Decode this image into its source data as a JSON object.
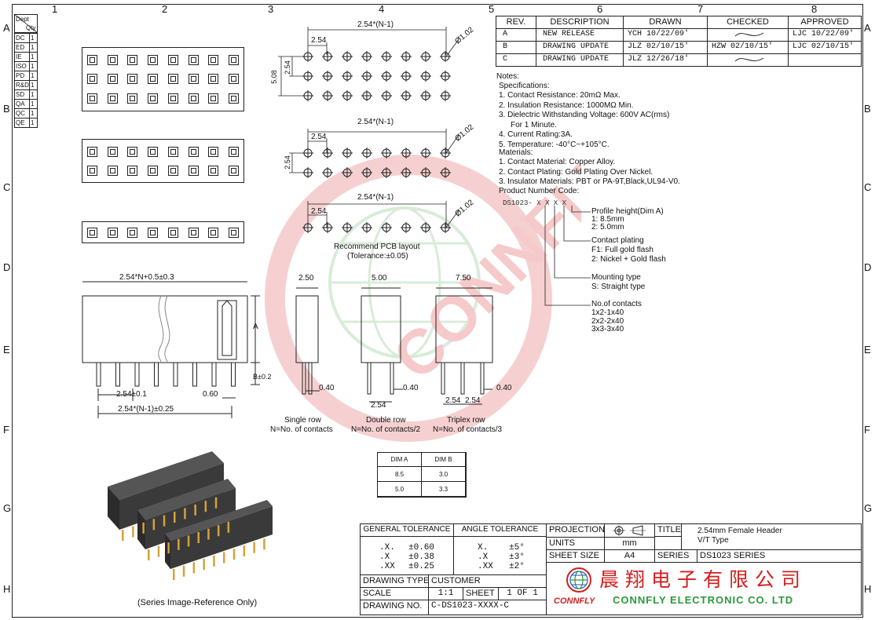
{
  "frame": {
    "col_numbers": [
      "1",
      "2",
      "3",
      "4",
      "5",
      "6",
      "7",
      "8"
    ],
    "row_letters": [
      "A",
      "B",
      "C",
      "D",
      "E",
      "F",
      "G",
      "H"
    ]
  },
  "dept_table": {
    "header_dept": "Dept",
    "header_qty": "Qty",
    "rows": [
      {
        "dept": "DC",
        "qty": "1"
      },
      {
        "dept": "ED",
        "qty": "1"
      },
      {
        "dept": "IE",
        "qty": "1"
      },
      {
        "dept": "ISO",
        "qty": "1"
      },
      {
        "dept": "PD",
        "qty": "1"
      },
      {
        "dept": "R&D",
        "qty": "1"
      },
      {
        "dept": "SD",
        "qty": "1"
      },
      {
        "dept": "QA",
        "qty": "1"
      },
      {
        "dept": "QC",
        "qty": "1"
      },
      {
        "dept": "QE",
        "qty": "1"
      }
    ]
  },
  "revision_table": {
    "headers": [
      "REV.",
      "DESCRIPTION",
      "DRAWN",
      "CHECKED",
      "APPROVED"
    ],
    "rows": [
      {
        "rev": "A",
        "desc": "NEW RELEASE",
        "drawn": "YCH 10/22/09'",
        "checked": "",
        "approved": "LJC 10/22/09'"
      },
      {
        "rev": "B",
        "desc": "DRAWING UPDATE",
        "drawn": "JLZ 02/10/15'",
        "checked": "HZW 02/10/15'",
        "approved": "LJC 02/10/15'"
      },
      {
        "rev": "C",
        "desc": "DRAWING UPDATE",
        "drawn": "JLZ 12/26/18'",
        "checked": "",
        "approved": ""
      }
    ]
  },
  "notes": {
    "title": "Notes:",
    "spec_title": "Specifications:",
    "specs": [
      "1. Contact Resistance: 20mΩ Max.",
      "2. Insulation Resistance: 1000MΩ Min.",
      "3. Dielectric Withstanding Voltage: 600V AC(rms)",
      "For 1 Minute.",
      "4. Current Rating:3A.",
      "5. Temperature: -40°C~+105°C."
    ],
    "materials_title": "Materials:",
    "materials": [
      "1. Contact Material: Copper Alloy.",
      "2. Contact Plating: Gold Plating Over Nickel.",
      "3. Insulator Materials: PBT or PA-9T,Black,UL94-V0."
    ],
    "pn_title": "Product Number Code:",
    "pn_code": "DS1023- X X X X",
    "profile_title": "Profile height(Dim A)",
    "profile_opts": [
      "1: 8.5mm",
      "2: 5.0mm"
    ],
    "plating_title": "Contact plating",
    "plating_opts": [
      "F1: Full gold flash",
      "2: Nickel + Gold flash"
    ],
    "mount_title": "Mounting type",
    "mount_opts": [
      "S: Straight type"
    ],
    "contacts_title": "No.of contacts",
    "contacts_opts": [
      "1x2-1x40",
      "2x2-2x40",
      "3x3-3x40"
    ]
  },
  "pcb": {
    "pitch_label": "2.54",
    "span_label": "2.54*(N-1)",
    "hole_label": "Ø1.02",
    "row_span_label": "5.08",
    "caption_1": "Recommend PCB layout",
    "caption_2": "(Tolerance:±0.05)"
  },
  "front_view": {
    "total_label": "2.54*N+0.5±0.3",
    "pitch_label": "2.54±0.1",
    "pin_label": "0.60",
    "span_label": "2.54*(N-1)±0.25",
    "dim_a": "A",
    "dim_b": "B±0.2"
  },
  "side_views": [
    {
      "width": "2.50",
      "pin": "0.40",
      "title": "Single row",
      "sub": "N=No. of contacts",
      "pitch": ""
    },
    {
      "width": "5.00",
      "pin": "0.40",
      "title": "Double row",
      "sub": "N=No. of contacts/2",
      "pitch": "2.54"
    },
    {
      "width": "7.50",
      "pin": "0.40",
      "title": "Triplex row",
      "sub": "N=No. of contacts/3",
      "pitch": "2.54"
    }
  ],
  "dim_table": {
    "headers": [
      "DIM A",
      "DIM B"
    ],
    "rows": [
      [
        "8.5",
        "3.0"
      ],
      [
        "5.0",
        "3.3"
      ]
    ]
  },
  "image_caption": "(Series Image-Reference Only)",
  "title_block": {
    "gen_tol_title": "GENERAL TOLERANCE",
    "ang_tol_title": "ANGLE TOLERANCE",
    "gen_tol": [
      [
        ".X.",
        "±0.60"
      ],
      [
        ".X",
        "±0.38"
      ],
      [
        ".XX",
        "±0.25"
      ]
    ],
    "ang_tol": [
      [
        "X.",
        "±5°"
      ],
      [
        ".X",
        "±3°"
      ],
      [
        ".XX",
        "±2°"
      ]
    ],
    "projection_label": "PROJECTION",
    "units_label": "UNITS",
    "units_value": "mm",
    "sheet_size_label": "SHEET SIZE",
    "sheet_size_value": "A4",
    "title_label": "TITLE",
    "title_line1": "2.54mm Female Header",
    "title_line2": "V/T Type",
    "series_label": "SERIES",
    "series_value": "DS1023 SERIES",
    "drawing_type_label": "DRAWING TYPE",
    "drawing_type_value": "CUSTOMER",
    "scale_label": "SCALE",
    "scale_value": "1:1",
    "sheet_label": "SHEET",
    "sheet_value": "1 OF 1",
    "drawing_no_label": "DRAWING NO.",
    "drawing_no_value": "C-DS1023-XXXX-C",
    "company_cn": "晨翔电子有限公司",
    "company_logo": "CONNFLY",
    "company_en": "CONNFLY ELECTRONIC CO. LTD"
  },
  "watermark": "CONNFLY",
  "colors": {
    "accent_red": "#d11f1f",
    "watermark_red": "#f3c2c2",
    "logo_green": "#2a9a3a",
    "logo_blue": "#2a55b8"
  }
}
